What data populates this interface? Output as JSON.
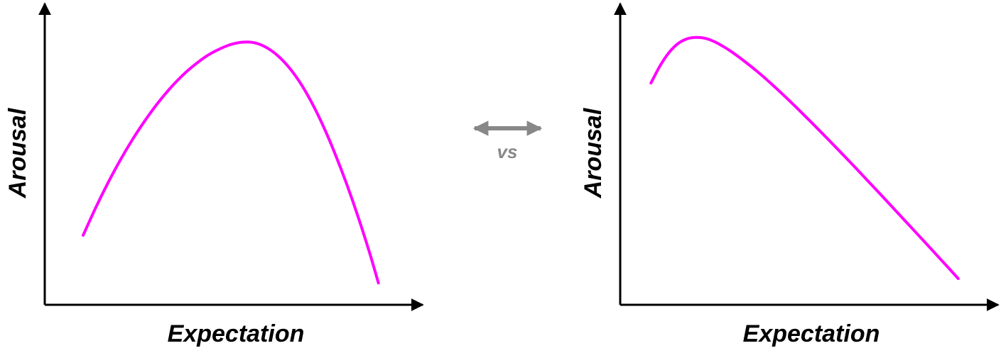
{
  "chart_data": [
    {
      "type": "line",
      "xlabel": "Expectation",
      "ylabel": "Arousal",
      "x": [
        0.0,
        0.042,
        0.084,
        0.126,
        0.168,
        0.21,
        0.252,
        0.294,
        0.336,
        0.378,
        0.42,
        0.46,
        0.5,
        0.54,
        0.58,
        0.62,
        0.66,
        0.7,
        0.74,
        0.78,
        0.818,
        0.856,
        0.894,
        0.932,
        0.97,
        1.0
      ],
      "series": [
        {
          "values": [
            0.0,
            0.141,
            0.271,
            0.39,
            0.498,
            0.595,
            0.683,
            0.76,
            0.827,
            0.883,
            0.93,
            0.963,
            0.988,
            1.0,
            0.997,
            0.973,
            0.929,
            0.864,
            0.778,
            0.67,
            0.549,
            0.411,
            0.259,
            0.092,
            -0.09,
            -0.247
          ],
          "color": "#ff00ff"
        }
      ],
      "xlim": [
        -0.13,
        1.15
      ],
      "ylim": [
        -0.36,
        1.2
      ],
      "grid": false,
      "ticks": "none"
    },
    {
      "type": "line",
      "xlabel": "Expectation",
      "ylabel": "Arousal",
      "x": [
        0.0,
        0.03,
        0.06,
        0.09,
        0.12,
        0.15,
        0.18,
        0.205,
        0.23,
        0.26,
        0.3,
        0.345,
        0.39,
        0.435,
        0.48,
        0.525,
        0.57,
        0.615,
        0.66,
        0.705,
        0.75,
        0.795,
        0.84,
        0.885,
        0.93,
        0.97,
        1.0
      ],
      "series": [
        {
          "values": [
            0.73,
            0.833,
            0.913,
            0.966,
            0.993,
            1.0,
            0.993,
            0.976,
            0.952,
            0.918,
            0.865,
            0.8,
            0.729,
            0.653,
            0.574,
            0.493,
            0.41,
            0.326,
            0.241,
            0.154,
            0.067,
            -0.021,
            -0.109,
            -0.197,
            -0.286,
            -0.365,
            -0.425
          ],
          "color": "#ff00ff"
        }
      ],
      "xlim": [
        -0.1,
        1.13
      ],
      "ylim": [
        -0.58,
        1.2
      ],
      "grid": false,
      "ticks": "none"
    }
  ],
  "divider": {
    "label": "vs",
    "color": "#888888"
  },
  "colors": {
    "axes": "#000000",
    "curve": "#ff00ff"
  }
}
